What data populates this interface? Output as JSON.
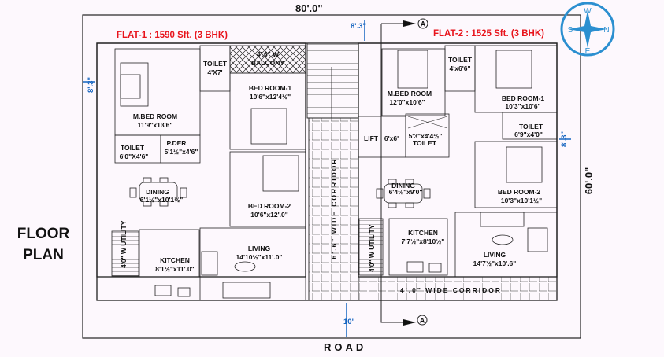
{
  "page_title": [
    "FLOOR",
    "PLAN"
  ],
  "plot": {
    "width_label": "80'.0\"",
    "depth_label": "60'.0\"",
    "road_label": "ROAD",
    "front_setback": "10'",
    "left_setback": "8'.3\"",
    "right_setback": "8'.3\"",
    "top_setback": "8'.3\""
  },
  "compass": {
    "N": "N",
    "S": "S",
    "E": "E",
    "W": "W",
    "color": "#2b8fd0"
  },
  "section_marker": "A",
  "flat1": {
    "title": "FLAT-1 : 1590 Sft. (3 BHK)",
    "rooms": [
      {
        "name": "TOILET",
        "size": "4'X7'"
      },
      {
        "name": "4'.6\" W",
        "size": "BALCONY"
      },
      {
        "name": "BED ROOM-1",
        "size": "10'6\"x12'4½\""
      },
      {
        "name": "M.BED ROOM",
        "size": "11'9\"x13'6\""
      },
      {
        "name": "TOILET",
        "size": "6'0\"X4'6\""
      },
      {
        "name": "P.DER",
        "size": "5'1½\"x4'6\""
      },
      {
        "name": "DINING",
        "size": "6'1½\"x10'1½\""
      },
      {
        "name": "BED ROOM-2",
        "size": "10'6\"x12'.0\""
      },
      {
        "name": "KITCHEN",
        "size": "8'1½\"x11'.0\""
      },
      {
        "name": "LIVING",
        "size": "14'10½\"x11'.0\""
      },
      {
        "name": "4'0\" W UTILITY",
        "size": ""
      }
    ]
  },
  "flat2": {
    "title": "FLAT-2 : 1525 Sft. (3 BHK)",
    "rooms": [
      {
        "name": "M.BED ROOM",
        "size": "12'0\"x10'6\""
      },
      {
        "name": "TOILET",
        "size": "4'x6'6\""
      },
      {
        "name": "BED ROOM-1",
        "size": "10'3\"x10'6\""
      },
      {
        "name": "TOILET",
        "size": "6'9\"x4'0\""
      },
      {
        "name": "LIFT",
        "size": "6'x6'"
      },
      {
        "name": "TOILET",
        "size": "5'3\"x4'4½\""
      },
      {
        "name": "DINING",
        "size": "6'4½\"x9'0\""
      },
      {
        "name": "BED ROOM-2",
        "size": "10'3\"x10'1½\""
      },
      {
        "name": "KITCHEN",
        "size": "7'7½\"x8'10½\""
      },
      {
        "name": "LIVING",
        "size": "14'7½\"x10'.6\""
      },
      {
        "name": "4'0\" W UTILITY",
        "size": ""
      }
    ]
  },
  "corridors": {
    "vertical": "6'.6\" WIDE CORRIDOR",
    "horizontal": "4'.0\" WIDE CORRIDOR"
  }
}
